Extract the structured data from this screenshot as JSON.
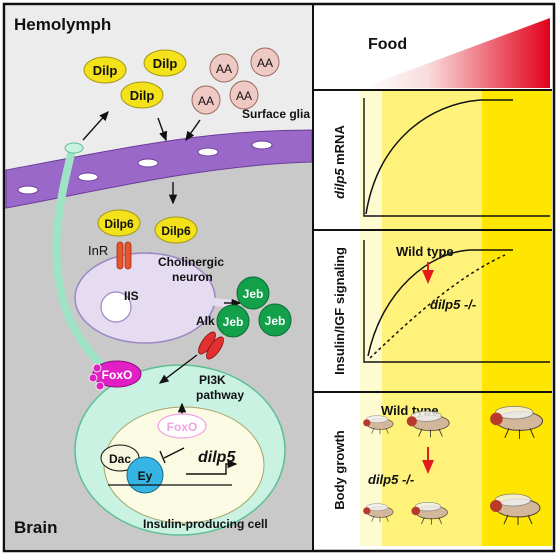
{
  "left_panel": {
    "hemolymph_label": "Hemolymph",
    "brain_label": "Brain",
    "surface_glia_label": "Surface glia",
    "dilp_label": "Dilp",
    "aa_label": "AA",
    "dilp6_label": "Dilp6",
    "inr_label": "InR",
    "cholinergic_label_1": "Cholinergic",
    "cholinergic_label_2": "neuron",
    "iis_label": "IIS",
    "jeb_label": "Jeb",
    "alk_label": "Alk",
    "pi3k_label_1": "PI3K",
    "pi3k_label_2": "pathway",
    "foxo_label": "FoxO",
    "dac_label": "Dac",
    "ey_label": "Ey",
    "dilp5_label": "dilp5",
    "ipc_label": "Insulin-producing cell",
    "colors": {
      "dilp": "#f3e21a",
      "aa": "#efc9c4",
      "glia": "#9a68c8",
      "brain": "#c9c9c9",
      "neuron": "#e5dcf2",
      "ipc": "#c9f2e2",
      "jeb": "#12a04a",
      "foxo": "#e01fc4",
      "ey": "#34b5e3",
      "receptor": "#e03030"
    }
  },
  "right_panel": {
    "food_label": "Food",
    "row1_label_italic": "dilp5",
    "row1_label_rest": " mRNA",
    "row2_label": "Insulin/IGF signaling",
    "row3_label": "Body growth",
    "wild_type_label": "Wild type",
    "mutant_label": "dilp5 -/-",
    "colors": {
      "gradient_start": "#ffffff",
      "gradient_end": "#e2001a",
      "band_light": "#fffbd0",
      "band_mid": "#fff27a",
      "band_strong": "#ffe600",
      "arrow": "#e41b1b"
    }
  }
}
